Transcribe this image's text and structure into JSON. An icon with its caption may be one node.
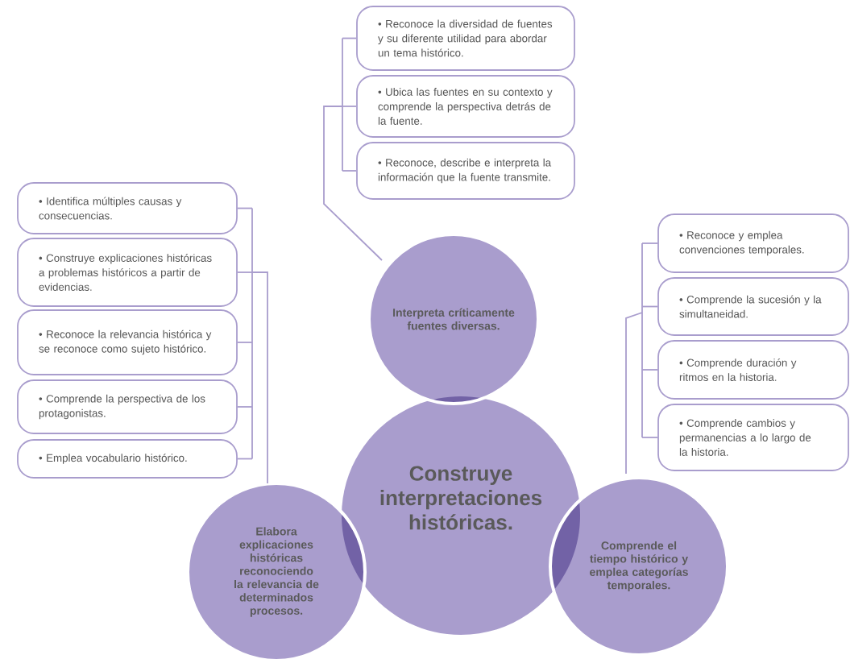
{
  "diagram": {
    "nodes": [
      {
        "text": [
          "Construye interpretaciones históricas."
        ]
      },
      {
        "text": [
          "Interpreta críticamente fuentes diversas."
        ]
      },
      {
        "text": [
          "Elabora explicaciones históricas reconociendo la relevancia de determinados procesos."
        ]
      },
      {
        "text": [
          "Comprende el tiempo histórico y emplea categorías temporales."
        ]
      },
      {
        "text": [
          "• Reconoce la diversidad de fuentes y su diferente utilidad para abordar un tema histórico."
        ]
      },
      {
        "text": [
          "• Ubica las fuentes en su contexto y comprende la perspectiva detrás de la fuente."
        ]
      },
      {
        "text": [
          "• Reconoce, describe e interpreta la información que la fuente transmite."
        ]
      },
      {
        "text": [
          "• Identifica múltiples causas y consecuencias."
        ]
      },
      {
        "text": [
          "• Construye explicaciones históricas a problemas históricos a partir de evidencias."
        ]
      },
      {
        "text": [
          "• Reconoce la relevancia histórica y se reconoce como sujeto histórico."
        ]
      },
      {
        "text": [
          "• Comprende la perspectiva de los protagonistas."
        ]
      },
      {
        "text": [
          "• Emplea vocabulario histórico."
        ]
      },
      {
        "text": [
          "• Reconoce y emplea convenciones temporales."
        ]
      },
      {
        "text": [
          "• Comprende la sucesión y la simultaneidad."
        ]
      },
      {
        "text": [
          "• Comprende duración y ritmos en la historia."
        ]
      },
      {
        "text": [
          "• Comprende cambios y permanencias a lo largo de la historia."
        ]
      }
    ],
    "edges": [
      {
        "from": 1,
        "to": 4,
        "arrow": "none"
      },
      {
        "from": 1,
        "to": 5,
        "arrow": "none"
      },
      {
        "from": 1,
        "to": 6,
        "arrow": "none"
      },
      {
        "from": 2,
        "to": 7,
        "arrow": "none"
      },
      {
        "from": 2,
        "to": 8,
        "arrow": "none"
      },
      {
        "from": 2,
        "to": 9,
        "arrow": "none"
      },
      {
        "from": 2,
        "to": 10,
        "arrow": "none"
      },
      {
        "from": 2,
        "to": 11,
        "arrow": "none"
      },
      {
        "from": 3,
        "to": 12,
        "arrow": "none"
      },
      {
        "from": 3,
        "to": 13,
        "arrow": "none"
      },
      {
        "from": 3,
        "to": 14,
        "arrow": "none"
      },
      {
        "from": 3,
        "to": 15,
        "arrow": "none"
      }
    ]
  }
}
